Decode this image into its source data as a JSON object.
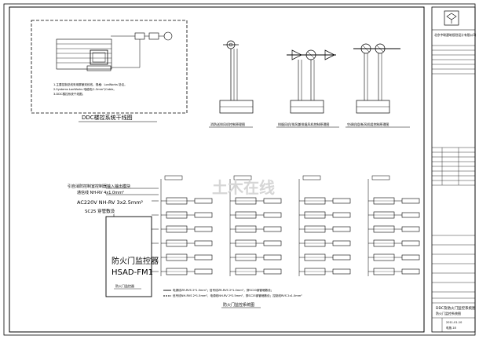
{
  "ddc_panel": {
    "title": "DDC楼控系统干线图",
    "notes": [
      "1.主要控制总线采用屏蔽双绞线，规格：LonWorks 协议。",
      "2.Systems LonWorks 电缆线(1.5mm²)Cable。",
      "3.DDC楼控系统干线图。"
    ]
  },
  "detail_titles": {
    "fire_fan": "消防送排风机控制原理图",
    "smoke_fan": "排烟风机/排风兼排烟风机控制原理图",
    "ac_unit": "空调机组/新风机组控制原理图"
  },
  "fire_door": {
    "cable_heading": "引自消防控制室控制器输入输出模块",
    "bus_label": "通信线 NH-RV 4x1.0mm²",
    "power_label": "AC220V NH-RV 3x2.5mm²",
    "conduit_label": "SC25 穿管敷设",
    "controller_name": "防火门监控器",
    "controller_model": "HSAD-FM1",
    "controller_caption": "防火门监控器",
    "diagram_title": "防火门监控系统图",
    "legend": [
      "电源线ZR-RVS 2*1.5mm²；信号线ZR-RVS 2*1.0mm²，穿SC20钢管暗敷设；",
      "信号线NH-RVS 2*1.5mm²，电源线NH-RV 2*2.5mm²，穿SC25钢管暗敷设；控制线RVS 2x1.0mm²"
    ]
  },
  "title_block": {
    "company": "北京中联建筑规划设计有限公司",
    "drawing_name": "DDC及防火门监控系统图",
    "drawing_sub": "防火门监控系统图",
    "date_label": "2011-01-10",
    "number_label": "电施-18"
  },
  "watermark": "土木在线"
}
